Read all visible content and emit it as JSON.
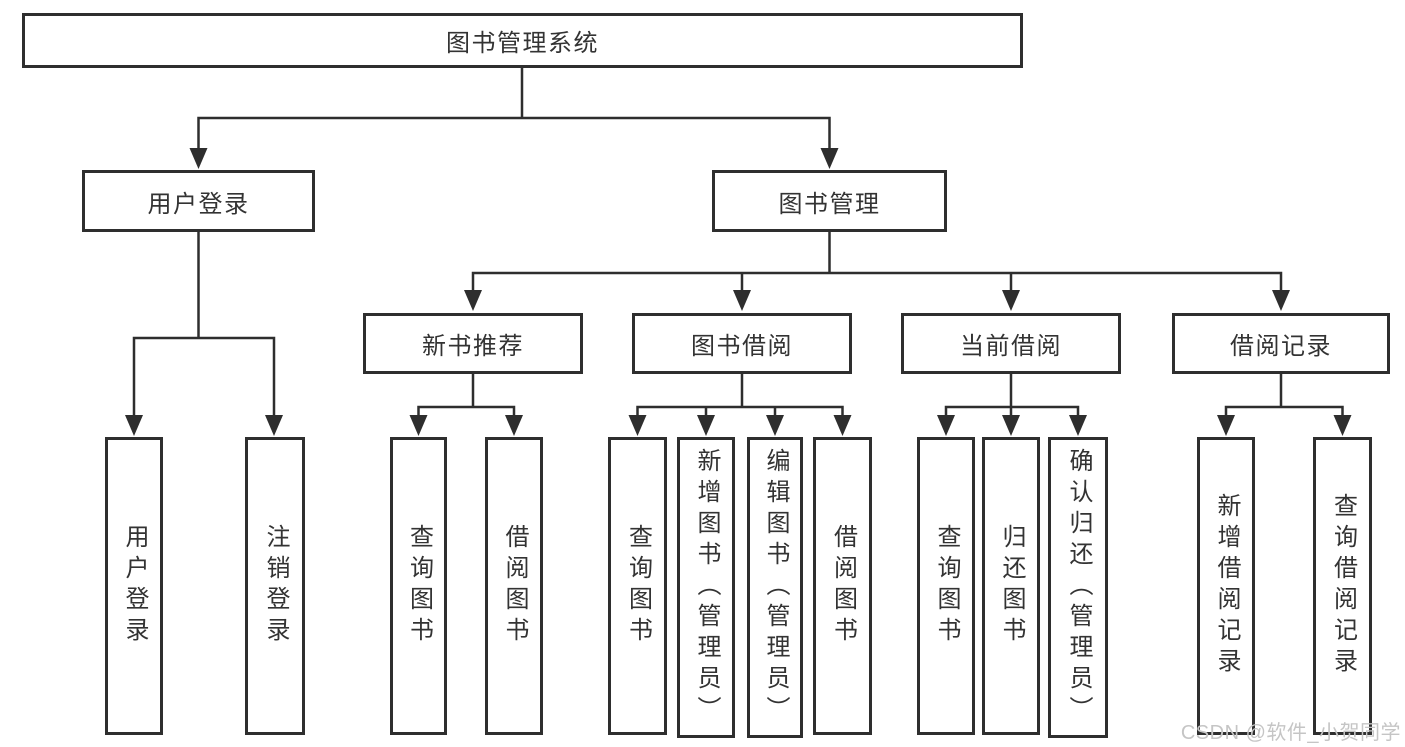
{
  "diagram_type": "hierarchy-tree",
  "colors": {
    "line": "#2e2e2e",
    "box_border": "#2e2e2e",
    "text": "#333333",
    "background": "#ffffff",
    "watermark": "#c5c5c5"
  },
  "tree": {
    "label": "图书管理系统",
    "children": [
      {
        "label": "用户登录",
        "children": [
          {
            "label": "用户登录"
          },
          {
            "label": "注销登录"
          }
        ]
      },
      {
        "label": "图书管理",
        "children": [
          {
            "label": "新书推荐",
            "children": [
              {
                "label": "查询图书"
              },
              {
                "label": "借阅图书"
              }
            ]
          },
          {
            "label": "图书借阅",
            "children": [
              {
                "label": "查询图书"
              },
              {
                "label": "新增图书（管理员）"
              },
              {
                "label": "编辑图书（管理员）"
              },
              {
                "label": "借阅图书"
              }
            ]
          },
          {
            "label": "当前借阅",
            "children": [
              {
                "label": "查询图书"
              },
              {
                "label": "归还图书"
              },
              {
                "label": "确认归还（管理员）"
              }
            ]
          },
          {
            "label": "借阅记录",
            "children": [
              {
                "label": "新增借阅记录"
              },
              {
                "label": "查询借阅记录"
              }
            ]
          }
        ]
      }
    ]
  },
  "watermark": {
    "text": "CSDN @软件_小贺同学"
  }
}
